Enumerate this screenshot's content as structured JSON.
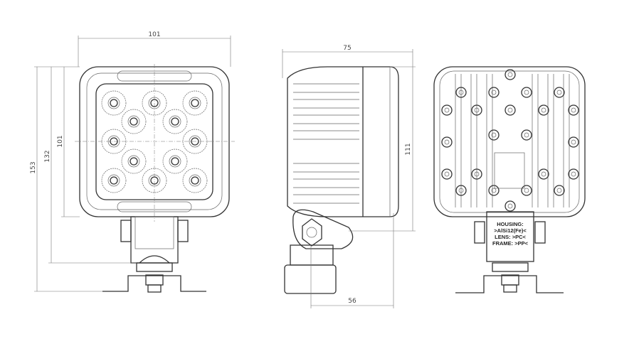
{
  "dimensions": {
    "front_width": "101",
    "front_overall_height": "153",
    "front_mount_height": "132",
    "front_body_height": "101",
    "side_depth": "75",
    "side_body_height": "111",
    "side_base_width": "56"
  },
  "material_label": {
    "housing_title": "HOUSING:",
    "housing_value": ">AlSi12(Fe)<",
    "lens": "LENS: >PC<",
    "frame": "FRAME: >PP<"
  },
  "colors": {
    "line": "#333333",
    "dimension": "#777777"
  }
}
